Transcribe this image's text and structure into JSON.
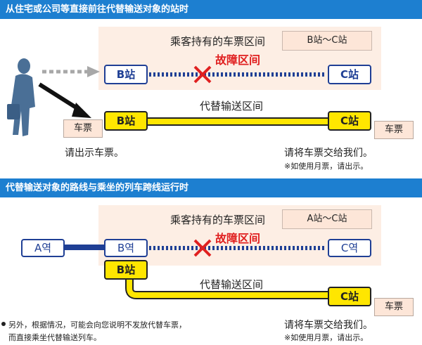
{
  "section1": {
    "header": "从住宅或公司等直接前往代替输送对象的站时",
    "ticket_range_label": "乘客持有的车票区间",
    "ticket_range_value": "B站～C站",
    "fault_label": "故障区间",
    "station_b": "B站",
    "station_c": "C站",
    "alt_route_label": "代替输送区间",
    "alt_station_b": "B站",
    "alt_station_c": "C站",
    "ticket_left": "车票",
    "ticket_right": "车票",
    "show_ticket": "请出示车票。",
    "hand_ticket": "请将车票交给我们。",
    "pass_note": "※如使用月票，请出示。"
  },
  "section2": {
    "header": "代替输送对象的路线与乘坐的列车跨线运行时",
    "ticket_range_label": "乘客持有的车票区间",
    "ticket_range_value": "A站～C站",
    "fault_label": "故障区间",
    "station_a": "A역",
    "station_b": "B역",
    "station_c": "C역",
    "alt_station_b": "B站",
    "alt_route_label": "代替输送区间",
    "alt_station_c": "C站",
    "ticket_right": "车票",
    "hand_ticket": "请将车票交给我们。",
    "pass_note": "※如使用月票，请出示。",
    "footnote_line1": "另外，根据情况，可能会向您说明不发放代替车票，",
    "footnote_line2": "而直接乘坐代替输送列车。"
  },
  "colors": {
    "header_bg": "#1d7fd0",
    "station_border": "#1f3f95",
    "alt_route": "#ffe600",
    "fault": "#e02020",
    "panel": "#fdeee4"
  }
}
